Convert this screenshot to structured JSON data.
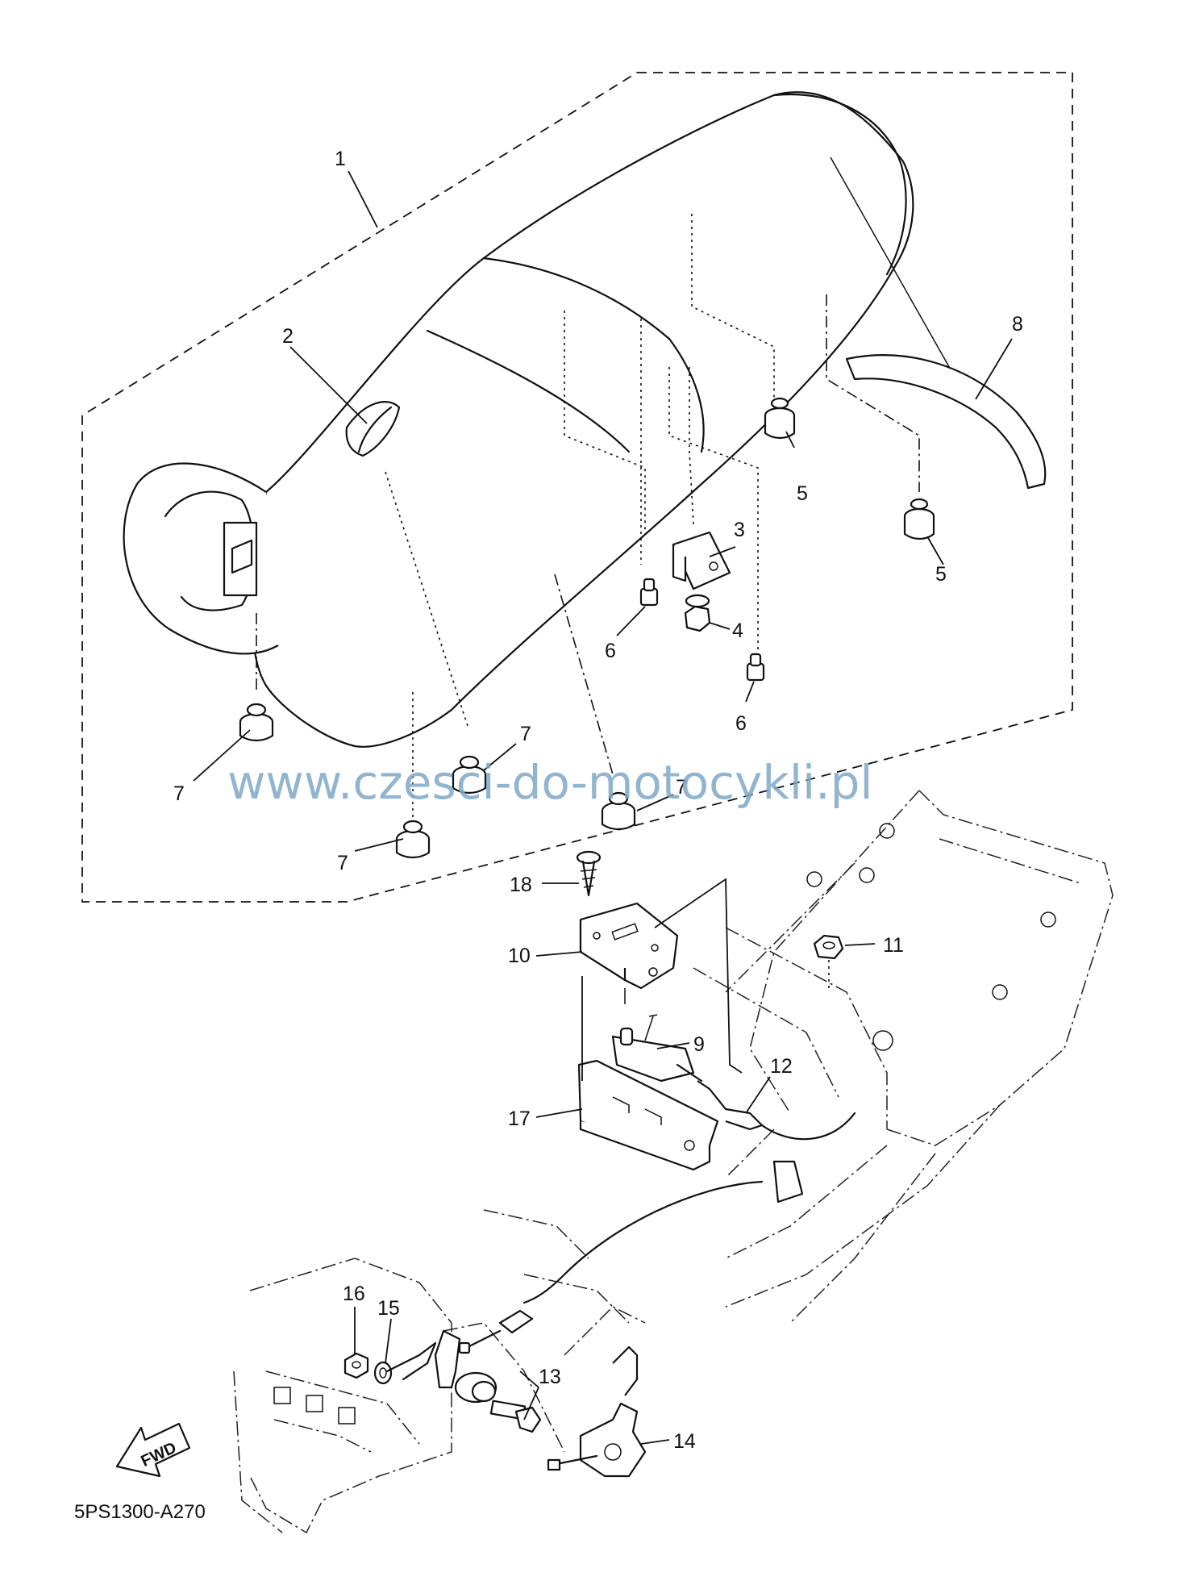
{
  "diagram": {
    "part_numbers": [
      "1",
      "2",
      "3",
      "4",
      "5",
      "5",
      "6",
      "6",
      "7",
      "7",
      "7",
      "7",
      "8",
      "9",
      "10",
      "11",
      "12",
      "13",
      "14",
      "15",
      "16",
      "17",
      "18"
    ],
    "watermark": "www.czesci-do-motocykli.pl",
    "drawing_code": "5PS1300-A270",
    "direction_marker": "FWD"
  }
}
